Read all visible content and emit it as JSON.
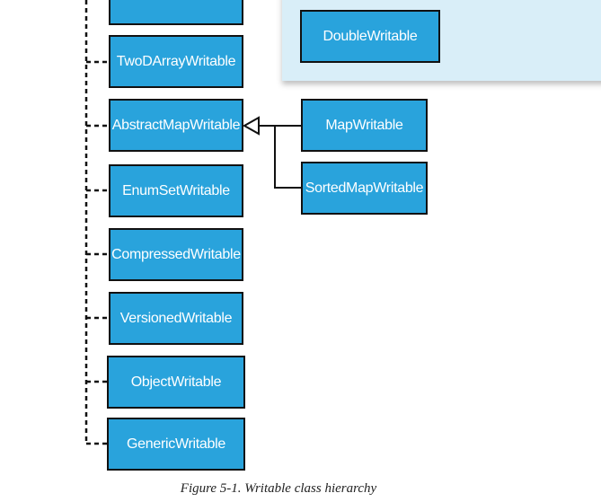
{
  "colors": {
    "box_fill": "#29a3dc",
    "box_border": "#111111",
    "panel_fill": "#d9eef8",
    "line": "#111111"
  },
  "diagram": {
    "boxes": {
      "top_partial": "",
      "two_d_array": "TwoDArrayWritable",
      "abstract_map": "AbstractMapWritable",
      "enum_set": "EnumSetWritable",
      "compressed": "CompressedWritable",
      "versioned": "VersionedWritable",
      "object": "ObjectWritable",
      "generic": "GenericWritable",
      "double": "DoubleWritable",
      "map": "MapWritable",
      "sorted_map": "SortedMapWritable"
    }
  },
  "caption": "Figure 5-1. Writable class hierarchy"
}
